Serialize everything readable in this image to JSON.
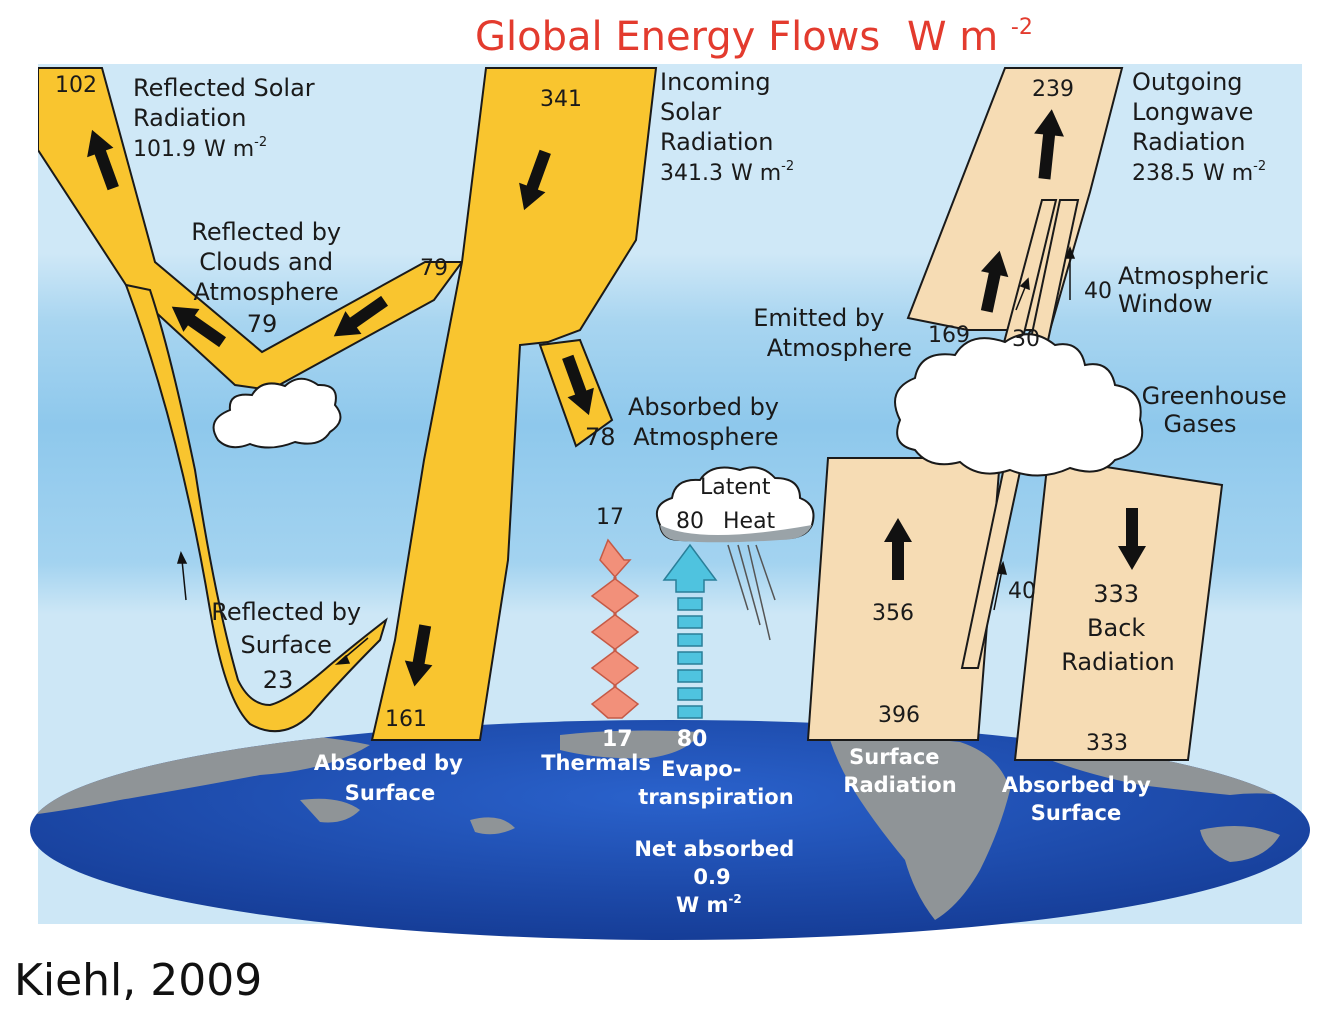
{
  "title": "Global Energy Flows",
  "title_unit_base": "W m",
  "title_unit_exp": "-2",
  "citation": "Kiehl, 2009",
  "unit_base": "W m",
  "unit_exp": "-2",
  "colors": {
    "solar": "#f9c52f",
    "longwave": "#f6dcb4",
    "sky_light": "#cde7f6",
    "sky_band": "#9fd0ee",
    "ocean": "#1d4fb8",
    "land": "#8f9497",
    "title": "#e33b2e",
    "thermals": "#f2907a",
    "evap": "#4fc3df"
  },
  "reflected_solar": {
    "value": "102",
    "line1": "Reflected Solar",
    "line2": "Radiation",
    "line3_value": "101.9"
  },
  "incoming_solar": {
    "value": "341",
    "line1": "Incoming",
    "line2": "Solar",
    "line3": "Radiation",
    "line4_value": "341.3"
  },
  "outgoing_longwave": {
    "value": "239",
    "line1": "Outgoing",
    "line2": "Longwave",
    "line3": "Radiation",
    "line4_value": "238.5"
  },
  "reflected_clouds": {
    "line1": "Reflected by",
    "line2": "Clouds and",
    "line3": "Atmosphere",
    "value": "79",
    "branch_value": "79"
  },
  "absorbed_atmosphere": {
    "value": "78",
    "line1": "Absorbed by",
    "line2": "Atmosphere"
  },
  "reflected_surface": {
    "line1": "Reflected by",
    "line2": "Surface",
    "value": "23"
  },
  "absorbed_surface_solar": {
    "value": "161",
    "line1": "Absorbed by",
    "line2": "Surface"
  },
  "thermals": {
    "top_value": "17",
    "value": "17",
    "label": "Thermals"
  },
  "evapotranspiration": {
    "value": "80",
    "line1": "Evapo-",
    "line2": "transpiration"
  },
  "latent_heat": {
    "value": "80",
    "line1": "Latent",
    "line2": "Heat"
  },
  "atmospheric_window": {
    "value": "40",
    "line1": "Atmospheric",
    "line2": "Window",
    "lower_value": "40"
  },
  "emitted_atmosphere": {
    "value": "169",
    "line1": "Emitted by",
    "line2": "Atmosphere",
    "cloud_value": "30"
  },
  "greenhouse": {
    "line1": "Greenhouse",
    "line2": "Gases"
  },
  "surface_radiation": {
    "value": "356",
    "total": "396",
    "line1": "Surface",
    "line2": "Radiation"
  },
  "back_radiation": {
    "value": "333",
    "line1": "Back",
    "line2": "Radiation",
    "absorbed_value": "333",
    "absorbed_line1": "Absorbed by",
    "absorbed_line2": "Surface"
  },
  "net_absorbed": {
    "line1": "Net absorbed",
    "value": "0.9",
    "unit_base": "W m",
    "unit_exp": "-2"
  }
}
